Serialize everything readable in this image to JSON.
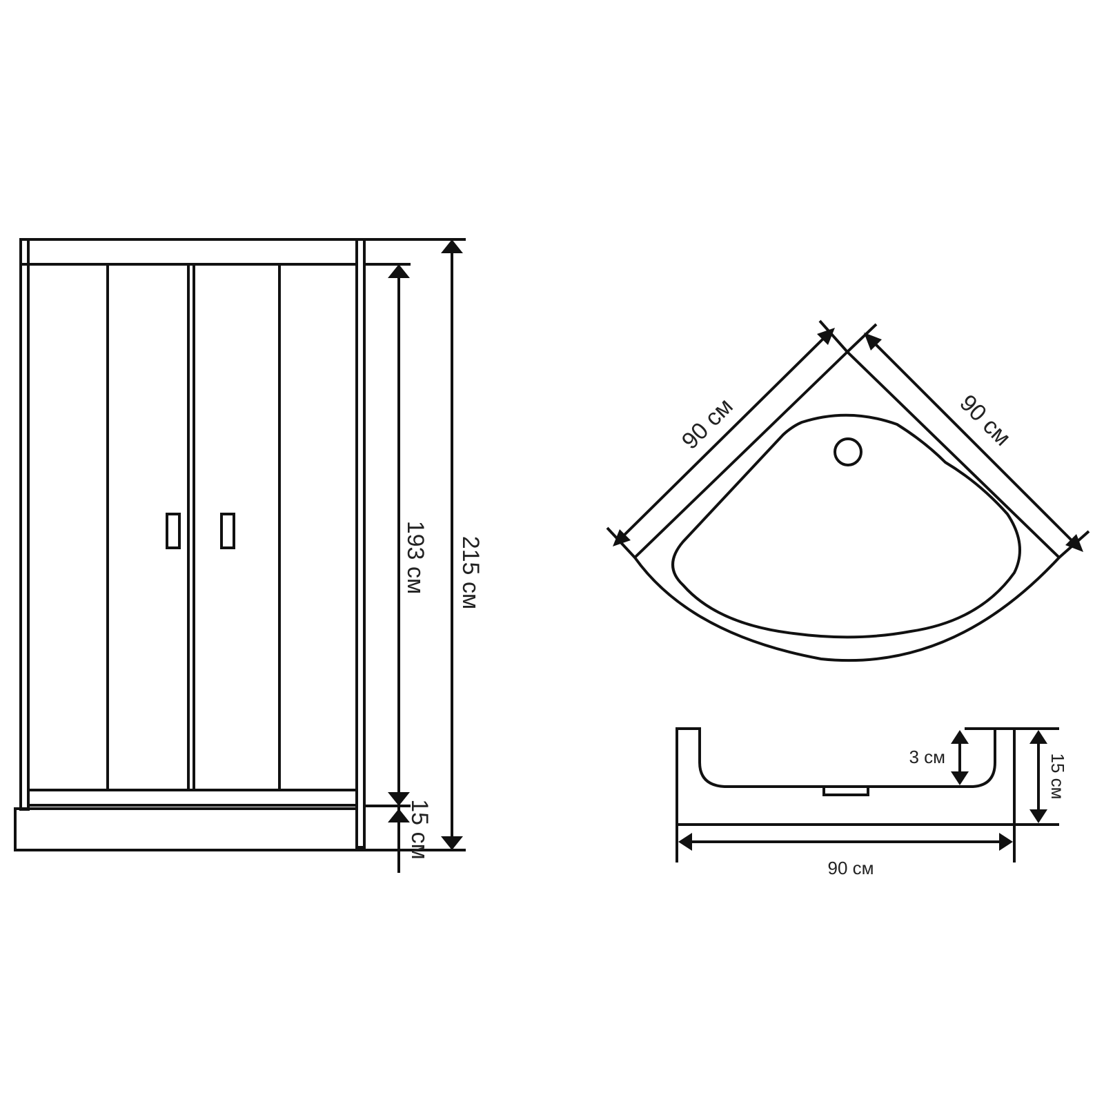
{
  "front_view": {
    "dim_total": "215 см",
    "dim_inner": "193 см",
    "dim_tray": "15 см"
  },
  "top_view": {
    "dim_left_side": "90 см",
    "dim_right_side": "90 см"
  },
  "section_view": {
    "dim_depth": "3 см",
    "dim_height": "15 см",
    "dim_width": "90 см"
  },
  "colors": {
    "line": "#111111",
    "background": "#ffffff"
  }
}
